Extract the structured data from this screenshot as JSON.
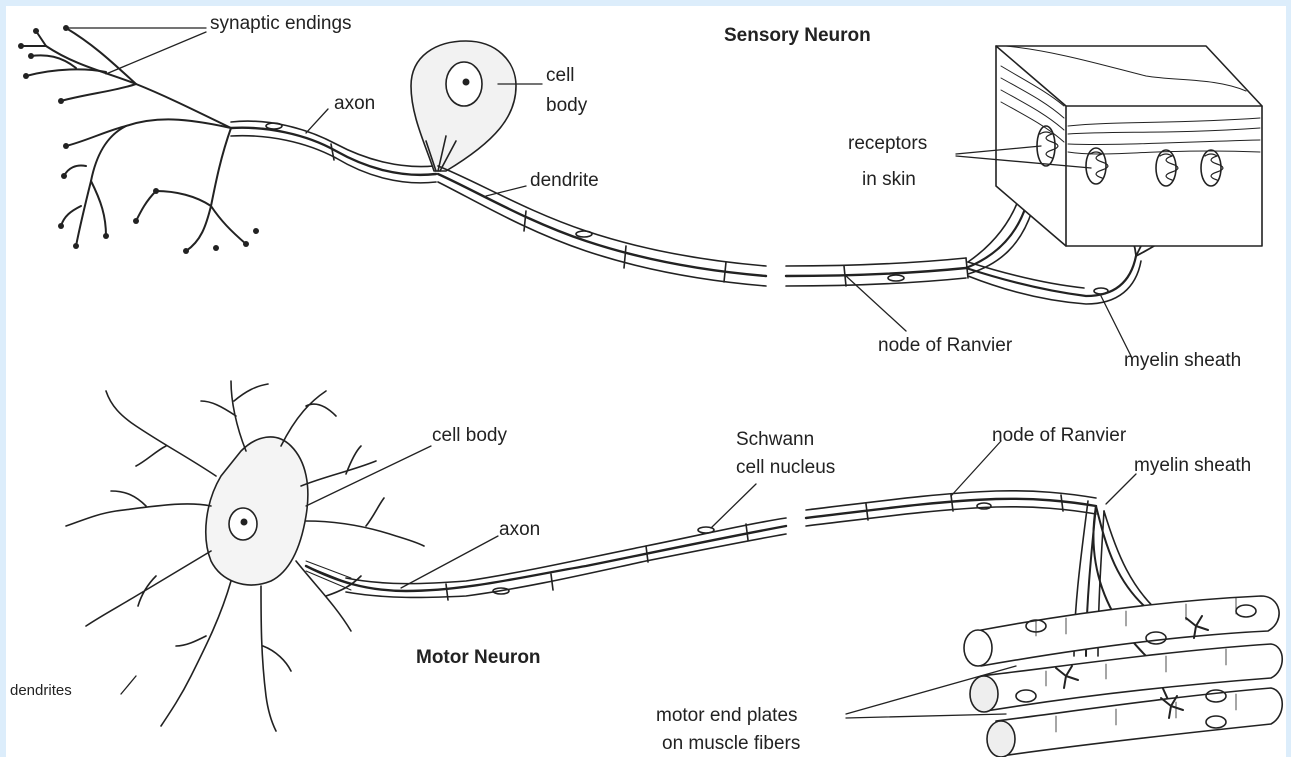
{
  "sensory": {
    "title": "Sensory Neuron",
    "synaptic_endings": "synaptic endings",
    "axon": "axon",
    "cell_body_1": "cell",
    "cell_body_2": "body",
    "dendrite": "dendrite",
    "receptors_1": "receptors",
    "receptors_2": "in skin",
    "node": "node of Ranvier",
    "myelin": "myelin sheath"
  },
  "motor": {
    "title": "Motor Neuron",
    "cell_body": "cell body",
    "axon": "axon",
    "schwann_1": "Schwann",
    "schwann_2": "cell nucleus",
    "node": "node of Ranvier",
    "myelin": "myelin sheath",
    "dendrites": "dendrites",
    "end_plates_1": "motor end plates",
    "end_plates_2": "on muscle fibers"
  },
  "colors": {
    "background": "#dcedfb",
    "panel": "#ffffff",
    "ink": "#222222"
  }
}
